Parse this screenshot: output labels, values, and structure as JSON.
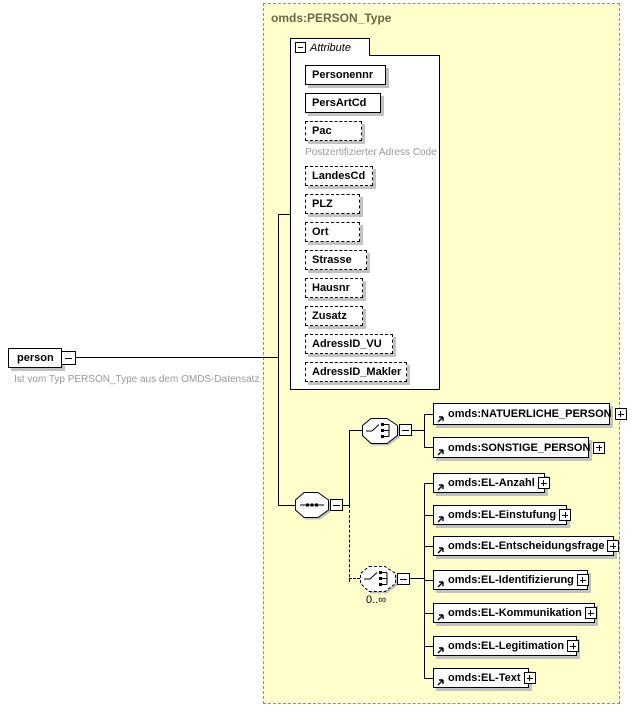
{
  "diagram": {
    "type_label": "omds:PERSON_Type",
    "person": {
      "label": "person",
      "annotation": "Ist vom Typ PERSON_Type aus dem OMDS-Datensatz"
    },
    "attributes": {
      "header": "Attribute",
      "items": [
        {
          "label": "Personennr"
        },
        {
          "label": "PersArtCd"
        },
        {
          "label": "Pac",
          "annotation": "Postzertifizierter Adress Code"
        },
        {
          "label": "LandesCd"
        },
        {
          "label": "PLZ"
        },
        {
          "label": "Ort"
        },
        {
          "label": "Strasse"
        },
        {
          "label": "Hausnr"
        },
        {
          "label": "Zusatz"
        },
        {
          "label": "AdressID_VU"
        },
        {
          "label": "AdressID_Makler"
        }
      ]
    },
    "choice_elements": [
      {
        "label": "omds:NATUERLICHE_PERSON"
      },
      {
        "label": "omds:SONSTIGE_PERSON"
      }
    ],
    "repeat_choice": {
      "occurrence": "0..∞",
      "elements": [
        {
          "label": "omds:EL-Anzahl"
        },
        {
          "label": "omds:EL-Einstufung"
        },
        {
          "label": "omds:EL-Entscheidungsfrage"
        },
        {
          "label": "omds:EL-Identifizierung"
        },
        {
          "label": "omds:EL-Kommunikation"
        },
        {
          "label": "omds:EL-Legitimation"
        },
        {
          "label": "omds:EL-Text"
        }
      ]
    },
    "colors": {
      "container_bg": "#ffffcc",
      "container_border": "#909090",
      "type_label_text": "#69694a",
      "annotation_text": "#9a9a9a",
      "box_border": "#000000",
      "shadow": "#c2c2c2"
    }
  }
}
